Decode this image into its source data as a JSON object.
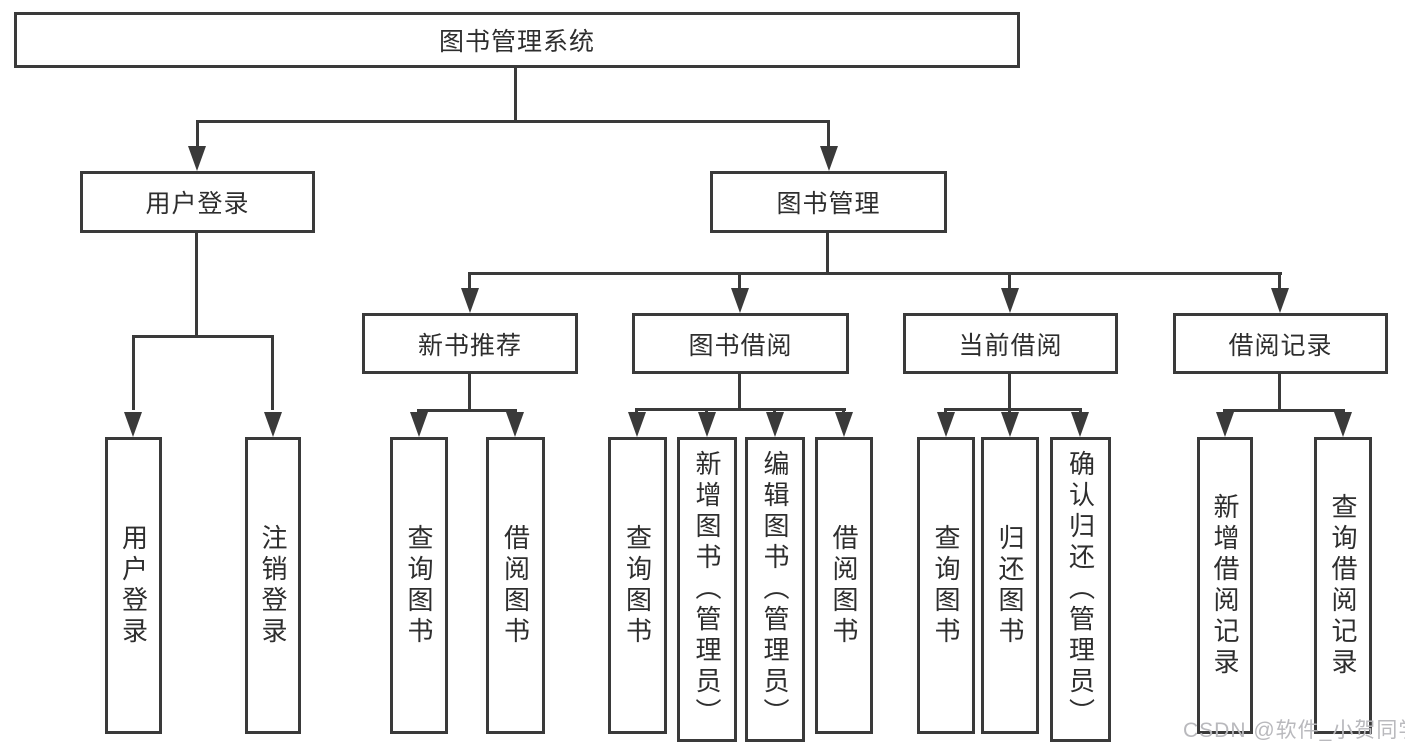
{
  "diagram_title": "图书管理系统",
  "tree": {
    "label": "图书管理系统",
    "children": [
      {
        "label": "用户登录",
        "children": [
          {
            "label": "用户登录"
          },
          {
            "label": "注销登录"
          }
        ]
      },
      {
        "label": "图书管理",
        "children": [
          {
            "label": "新书推荐",
            "children": [
              {
                "label": "查询图书"
              },
              {
                "label": "借阅图书"
              }
            ]
          },
          {
            "label": "图书借阅",
            "children": [
              {
                "label": "查询图书"
              },
              {
                "label": "新增图书（管理员）"
              },
              {
                "label": "编辑图书（管理员）"
              },
              {
                "label": "借阅图书"
              }
            ]
          },
          {
            "label": "当前借阅",
            "children": [
              {
                "label": "查询图书"
              },
              {
                "label": "归还图书"
              },
              {
                "label": "确认归还（管理员）"
              }
            ]
          },
          {
            "label": "借阅记录",
            "children": [
              {
                "label": "新增借阅记录"
              },
              {
                "label": "查询借阅记录"
              }
            ]
          }
        ]
      }
    ]
  },
  "watermark": {
    "text": "CSDN @软件_小贺同学"
  },
  "colors": {
    "line": "#3a3a3a",
    "text": "#2e2e2e",
    "box_fill": "#ffffff",
    "background": "#ffffff",
    "watermark": "#b9b9bd"
  }
}
